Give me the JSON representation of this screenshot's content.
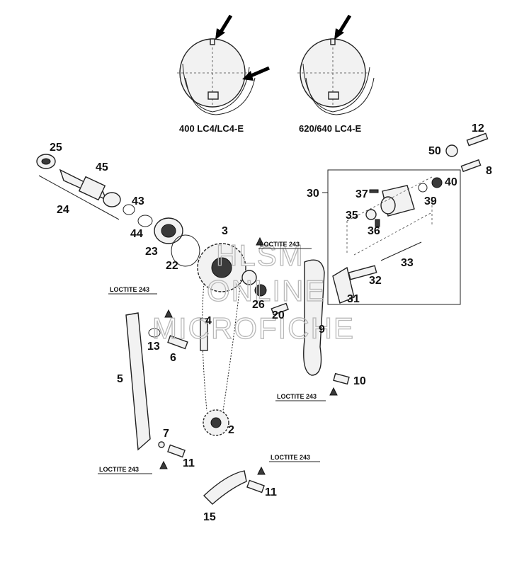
{
  "captions": {
    "left_cam": "400 LC4/LC4-E",
    "right_cam": "620/640 LC4-E"
  },
  "loctite_label": "LOCTITE 243",
  "watermark": {
    "line1": "HLSM",
    "line2": "ONLINE",
    "line3": "MICROFICHE"
  },
  "part_numbers": {
    "p25": "25",
    "p45": "45",
    "p24": "24",
    "p43": "43",
    "p44": "44",
    "p23": "23",
    "p22": "22",
    "p3": "3",
    "p26": "26",
    "p20": "20",
    "p9": "9",
    "p13": "13",
    "p6": "6",
    "p4": "4",
    "p5": "5",
    "p2": "2",
    "p7": "7",
    "p11a": "11",
    "p11b": "11",
    "p15": "15",
    "p10": "10",
    "p12": "12",
    "p50": "50",
    "p8": "8",
    "p30": "30",
    "p37": "37",
    "p40": "40",
    "p39": "39",
    "p35": "35",
    "p36": "36",
    "p33": "33",
    "p32": "32",
    "p31": "31"
  }
}
